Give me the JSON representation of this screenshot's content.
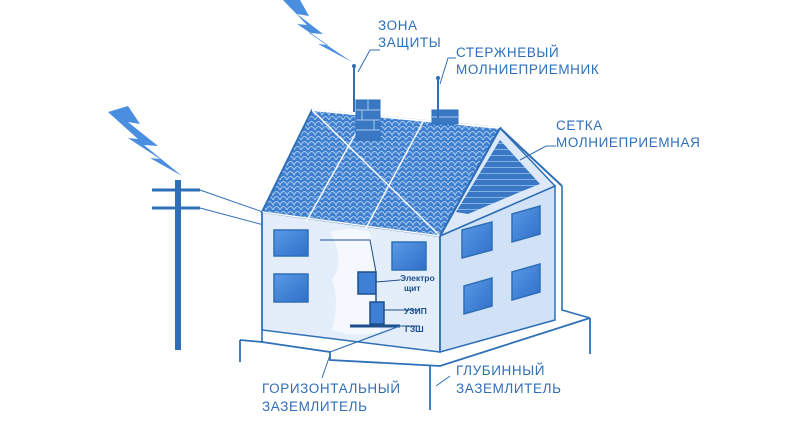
{
  "labels": {
    "protection_zone": [
      "ЗОНА",
      "ЗАЩИТЫ"
    ],
    "rod_air_terminal": [
      "СТЕРЖНЕВЫЙ",
      "МОЛНИЕПРИЕМНИК"
    ],
    "mesh_air_terminal": [
      "СЕТКА",
      "МОЛНИЕПРИЕМНАЯ"
    ],
    "horizontal_electrode": [
      "ГОРИЗОНТАЛЬНЫЙ",
      "ЗАЗЕМЛИТЕЛЬ"
    ],
    "deep_electrode": [
      "ГЛУБИННЫЙ",
      "ЗАЗЕМЛИТЕЛЬ"
    ],
    "panel": [
      "Электро",
      "щит"
    ],
    "spd": "УЗИП",
    "main_ground_bus": "ГЗШ"
  },
  "colors": {
    "primary": "#2f6fb8",
    "roof": "#3f7fcf",
    "wall": "#e4eefa",
    "window": "#3d80d6",
    "lightning": "#4a8ee0"
  }
}
